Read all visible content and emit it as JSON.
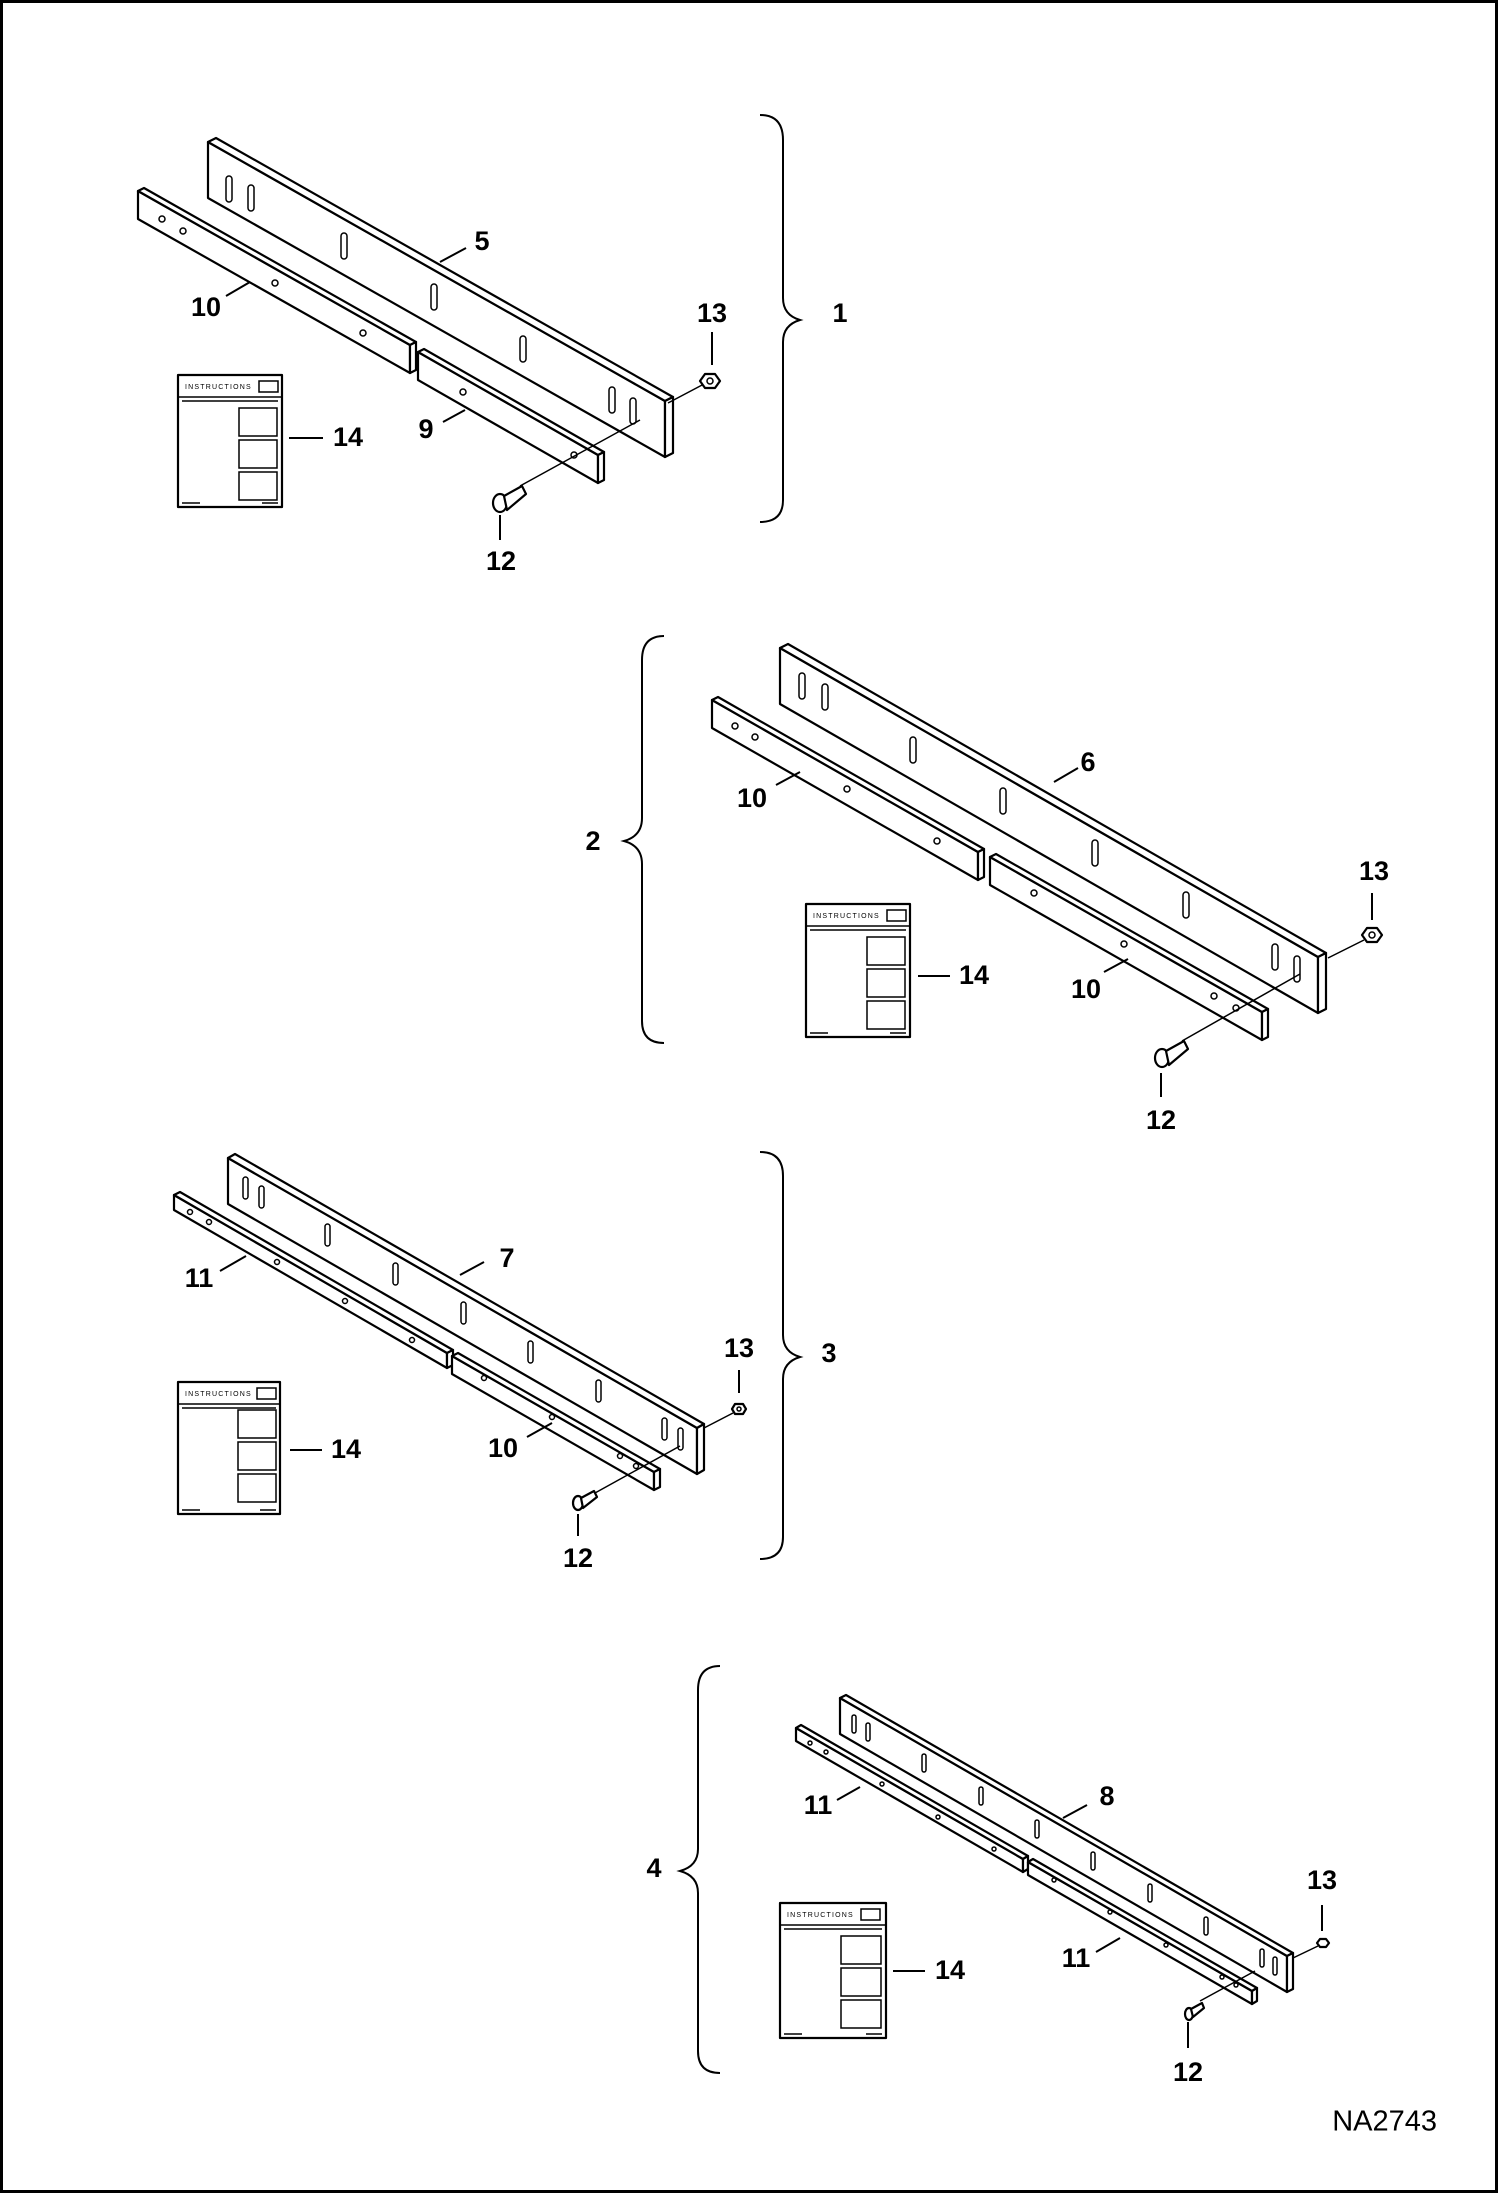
{
  "kit_1": {
    "group": "1",
    "edge": "5",
    "strip_a": "10",
    "strip_b": "9",
    "nut": "13",
    "bolt": "12",
    "manual": "14"
  },
  "kit_2": {
    "group": "2",
    "edge": "6",
    "strip_a": "10",
    "strip_b": "10",
    "nut": "13",
    "bolt": "12",
    "manual": "14"
  },
  "kit_3": {
    "group": "3",
    "edge": "7",
    "strip_a": "11",
    "strip_b": "10",
    "nut": "13",
    "bolt": "12",
    "manual": "14"
  },
  "kit_4": {
    "group": "4",
    "edge": "8",
    "strip_a": "11",
    "strip_b": "11",
    "nut": "13",
    "bolt": "12",
    "manual": "14"
  },
  "manual_title": "INSTRUCTIONS",
  "figure_code": "NA2743"
}
